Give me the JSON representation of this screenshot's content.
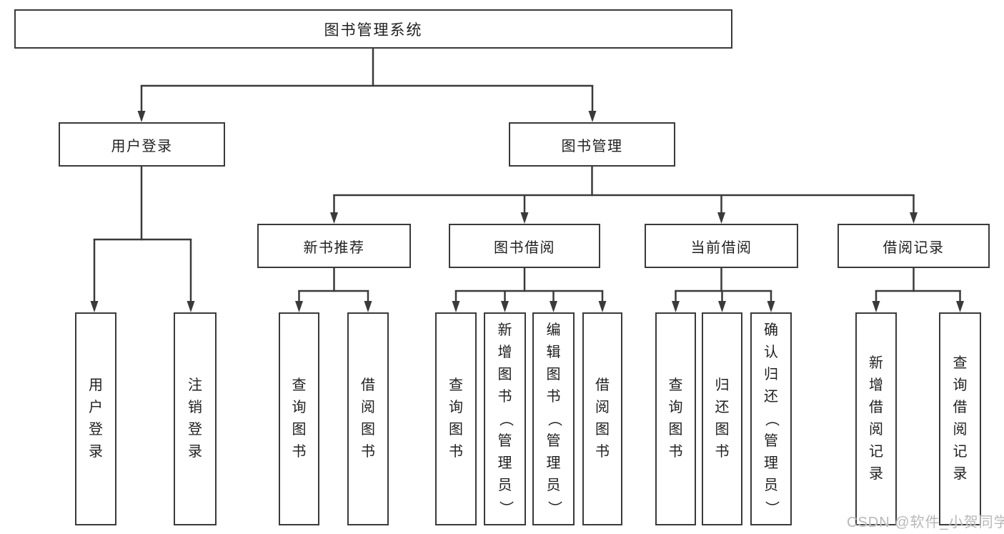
{
  "tree": {
    "label": "图书管理系统",
    "children": [
      {
        "label": "用户登录",
        "children": [
          {
            "label": "用户登录"
          },
          {
            "label": "注销登录"
          }
        ]
      },
      {
        "label": "图书管理",
        "children": [
          {
            "label": "新书推荐",
            "children": [
              {
                "label": "查询图书"
              },
              {
                "label": "借阅图书"
              }
            ]
          },
          {
            "label": "图书借阅",
            "children": [
              {
                "label": "查询图书"
              },
              {
                "label": "新增图书（管理员）"
              },
              {
                "label": "编辑图书（管理员）"
              },
              {
                "label": "借阅图书"
              }
            ]
          },
          {
            "label": "当前借阅",
            "children": [
              {
                "label": "查询图书"
              },
              {
                "label": "归还图书"
              },
              {
                "label": "确认归还（管理员）"
              }
            ]
          },
          {
            "label": "借阅记录",
            "children": [
              {
                "label": "新增借阅记录"
              },
              {
                "label": "查询借阅记录"
              }
            ]
          }
        ]
      }
    ]
  },
  "watermark": {
    "text": "CSDN @软件_小贺同学"
  },
  "colors": {
    "line": "#3a3a3a",
    "box_border": "#3a3a3a",
    "text": "#1f1f1f",
    "watermark": "#b8b8b8",
    "background": "#ffffff"
  }
}
